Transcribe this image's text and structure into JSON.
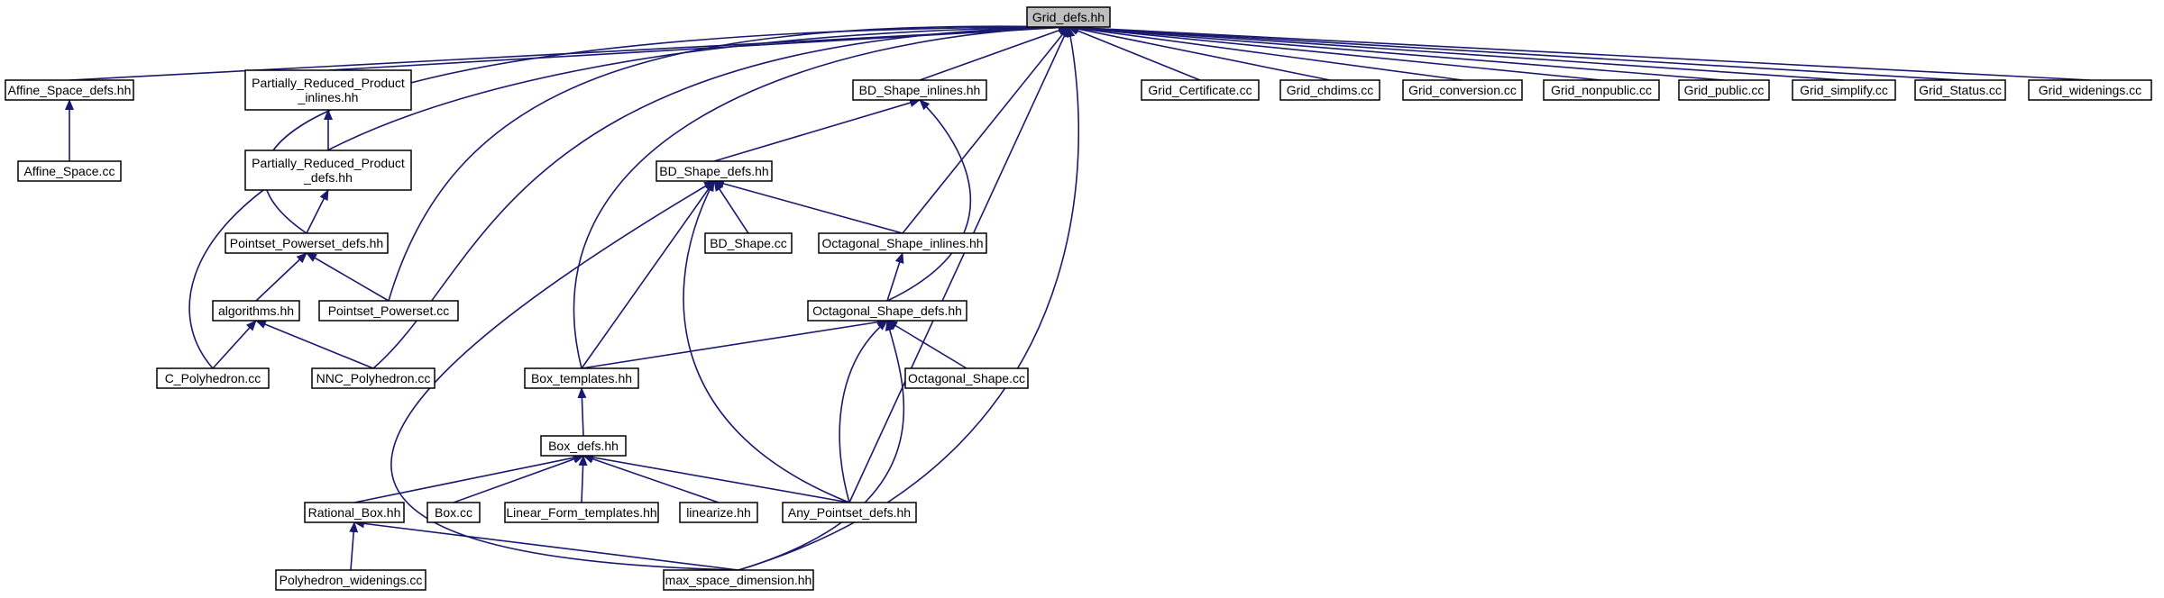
{
  "graph": {
    "root": "Grid_defs.hh",
    "nodes": [
      {
        "id": "grid_defs",
        "lines": [
          "Grid_defs.hh"
        ],
        "root": true
      },
      {
        "id": "affine_space_defs",
        "lines": [
          "Affine_Space_defs.hh"
        ]
      },
      {
        "id": "affine_space_cc",
        "lines": [
          "Affine_Space.cc"
        ]
      },
      {
        "id": "prp_inlines",
        "lines": [
          "Partially_Reduced_Product",
          "_inlines.hh"
        ]
      },
      {
        "id": "prp_defs",
        "lines": [
          "Partially_Reduced_Product",
          "_defs.hh"
        ]
      },
      {
        "id": "pointset_powerset_defs",
        "lines": [
          "Pointset_Powerset_defs.hh"
        ]
      },
      {
        "id": "algorithms",
        "lines": [
          "algorithms.hh"
        ]
      },
      {
        "id": "pointset_powerset_cc",
        "lines": [
          "Pointset_Powerset.cc"
        ]
      },
      {
        "id": "c_polyhedron",
        "lines": [
          "C_Polyhedron.cc"
        ]
      },
      {
        "id": "nnc_polyhedron",
        "lines": [
          "NNC_Polyhedron.cc"
        ]
      },
      {
        "id": "bd_shape_inlines",
        "lines": [
          "BD_Shape_inlines.hh"
        ]
      },
      {
        "id": "bd_shape_defs",
        "lines": [
          "BD_Shape_defs.hh"
        ]
      },
      {
        "id": "bd_shape_cc",
        "lines": [
          "BD_Shape.cc"
        ]
      },
      {
        "id": "octagonal_shape_inlines",
        "lines": [
          "Octagonal_Shape_inlines.hh"
        ]
      },
      {
        "id": "octagonal_shape_defs",
        "lines": [
          "Octagonal_Shape_defs.hh"
        ]
      },
      {
        "id": "octagonal_shape_cc",
        "lines": [
          "Octagonal_Shape.cc"
        ]
      },
      {
        "id": "box_templates",
        "lines": [
          "Box_templates.hh"
        ]
      },
      {
        "id": "box_defs",
        "lines": [
          "Box_defs.hh"
        ]
      },
      {
        "id": "rational_box",
        "lines": [
          "Rational_Box.hh"
        ]
      },
      {
        "id": "box_cc",
        "lines": [
          "Box.cc"
        ]
      },
      {
        "id": "linear_form_templates",
        "lines": [
          "Linear_Form_templates.hh"
        ]
      },
      {
        "id": "linearize",
        "lines": [
          "linearize.hh"
        ]
      },
      {
        "id": "any_pointset_defs",
        "lines": [
          "Any_Pointset_defs.hh"
        ]
      },
      {
        "id": "polyhedron_widenings",
        "lines": [
          "Polyhedron_widenings.cc"
        ]
      },
      {
        "id": "max_space_dimension",
        "lines": [
          "max_space_dimension.hh"
        ]
      },
      {
        "id": "grid_certificate",
        "lines": [
          "Grid_Certificate.cc"
        ]
      },
      {
        "id": "grid_chdims",
        "lines": [
          "Grid_chdims.cc"
        ]
      },
      {
        "id": "grid_conversion",
        "lines": [
          "Grid_conversion.cc"
        ]
      },
      {
        "id": "grid_nonpublic",
        "lines": [
          "Grid_nonpublic.cc"
        ]
      },
      {
        "id": "grid_public",
        "lines": [
          "Grid_public.cc"
        ]
      },
      {
        "id": "grid_simplify",
        "lines": [
          "Grid_simplify.cc"
        ]
      },
      {
        "id": "grid_status",
        "lines": [
          "Grid_Status.cc"
        ]
      },
      {
        "id": "grid_widenings",
        "lines": [
          "Grid_widenings.cc"
        ]
      }
    ],
    "edges": [
      {
        "from": "affine_space_defs",
        "to": "grid_defs"
      },
      {
        "from": "prp_inlines",
        "to": "grid_defs"
      },
      {
        "from": "pointset_powerset_defs",
        "to": "grid_defs"
      },
      {
        "from": "pointset_powerset_cc",
        "to": "grid_defs"
      },
      {
        "from": "c_polyhedron",
        "to": "grid_defs"
      },
      {
        "from": "nnc_polyhedron",
        "to": "grid_defs"
      },
      {
        "from": "bd_shape_inlines",
        "to": "grid_defs"
      },
      {
        "from": "octagonal_shape_inlines",
        "to": "grid_defs"
      },
      {
        "from": "box_templates",
        "to": "grid_defs"
      },
      {
        "from": "any_pointset_defs",
        "to": "grid_defs"
      },
      {
        "from": "max_space_dimension",
        "to": "grid_defs"
      },
      {
        "from": "grid_certificate",
        "to": "grid_defs"
      },
      {
        "from": "grid_chdims",
        "to": "grid_defs"
      },
      {
        "from": "grid_conversion",
        "to": "grid_defs"
      },
      {
        "from": "grid_nonpublic",
        "to": "grid_defs"
      },
      {
        "from": "grid_public",
        "to": "grid_defs"
      },
      {
        "from": "grid_simplify",
        "to": "grid_defs"
      },
      {
        "from": "grid_status",
        "to": "grid_defs"
      },
      {
        "from": "grid_widenings",
        "to": "grid_defs"
      },
      {
        "from": "affine_space_cc",
        "to": "affine_space_defs"
      },
      {
        "from": "prp_defs",
        "to": "prp_inlines"
      },
      {
        "from": "pointset_powerset_defs",
        "to": "prp_defs"
      },
      {
        "from": "algorithms",
        "to": "pointset_powerset_defs"
      },
      {
        "from": "pointset_powerset_cc",
        "to": "pointset_powerset_defs"
      },
      {
        "from": "c_polyhedron",
        "to": "algorithms"
      },
      {
        "from": "nnc_polyhedron",
        "to": "algorithms"
      },
      {
        "from": "bd_shape_defs",
        "to": "bd_shape_inlines"
      },
      {
        "from": "octagonal_shape_defs",
        "to": "bd_shape_inlines"
      },
      {
        "from": "bd_shape_cc",
        "to": "bd_shape_defs"
      },
      {
        "from": "octagonal_shape_inlines",
        "to": "bd_shape_defs"
      },
      {
        "from": "box_templates",
        "to": "bd_shape_defs"
      },
      {
        "from": "any_pointset_defs",
        "to": "bd_shape_defs"
      },
      {
        "from": "max_space_dimension",
        "to": "bd_shape_defs"
      },
      {
        "from": "octagonal_shape_defs",
        "to": "octagonal_shape_inlines"
      },
      {
        "from": "box_templates",
        "to": "octagonal_shape_defs"
      },
      {
        "from": "octagonal_shape_cc",
        "to": "octagonal_shape_defs"
      },
      {
        "from": "any_pointset_defs",
        "to": "octagonal_shape_defs"
      },
      {
        "from": "max_space_dimension",
        "to": "octagonal_shape_defs"
      },
      {
        "from": "box_defs",
        "to": "box_templates"
      },
      {
        "from": "rational_box",
        "to": "box_defs"
      },
      {
        "from": "box_cc",
        "to": "box_defs"
      },
      {
        "from": "linear_form_templates",
        "to": "box_defs"
      },
      {
        "from": "linearize",
        "to": "box_defs"
      },
      {
        "from": "any_pointset_defs",
        "to": "box_defs"
      },
      {
        "from": "polyhedron_widenings",
        "to": "rational_box"
      },
      {
        "from": "max_space_dimension",
        "to": "rational_box"
      }
    ]
  }
}
